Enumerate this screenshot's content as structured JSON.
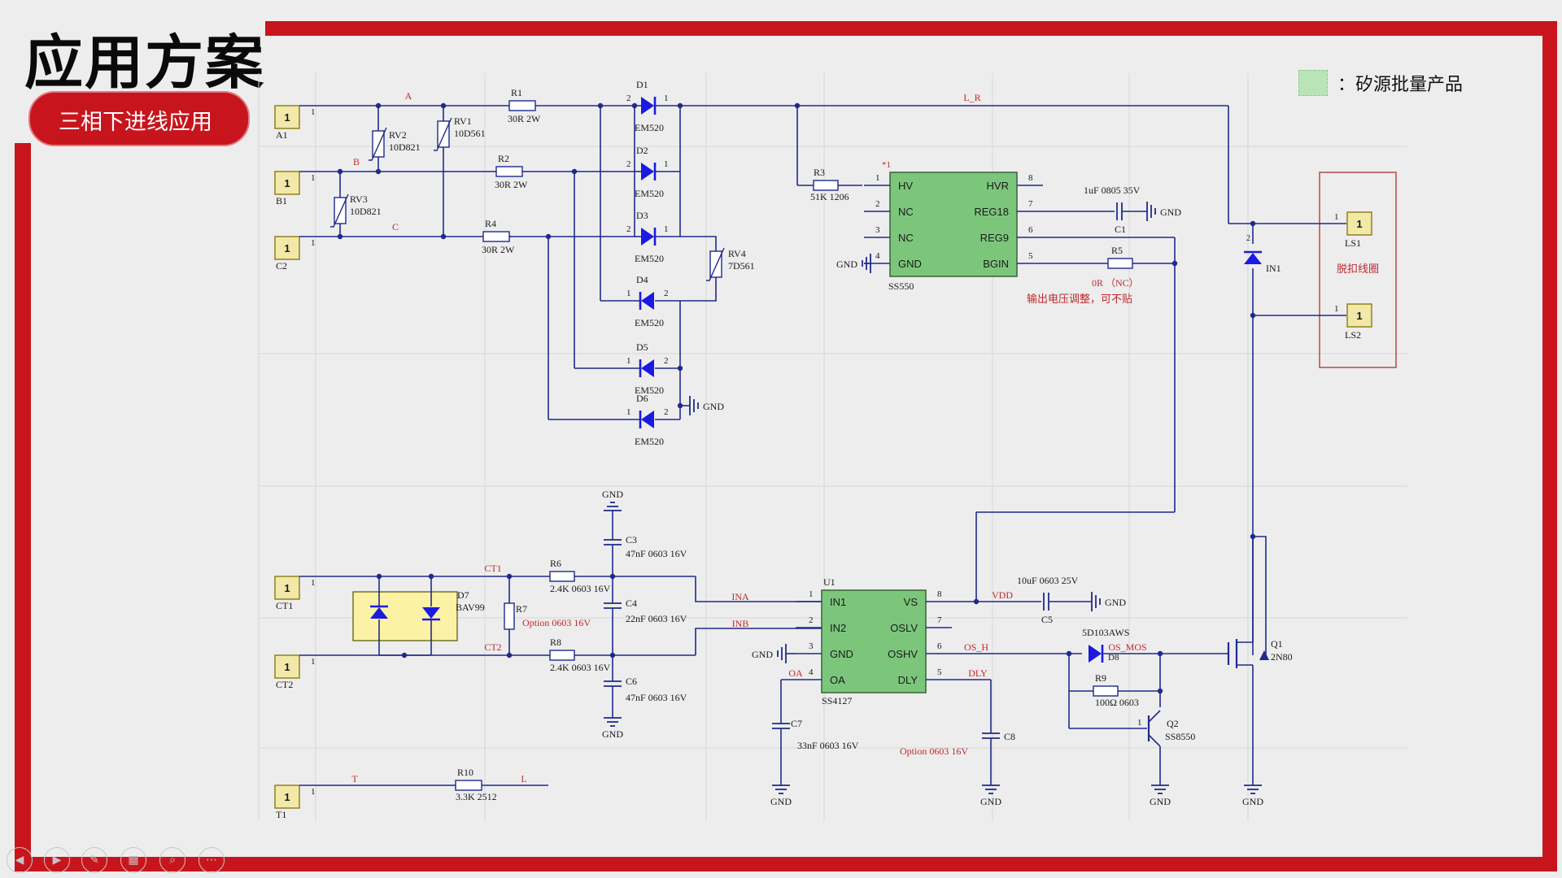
{
  "slide": {
    "title": "应用方案",
    "section_pill": "三相下进线应用",
    "legend_text": "：矽源批量产品"
  },
  "colors": {
    "accent": "#c8151d",
    "wire": "#1f2a8c",
    "chip": "#7cc67c",
    "net": "#c0282d",
    "diode": "#1a1ae0"
  },
  "schematic": {
    "connectors": [
      {
        "pin": "1",
        "ref": "A1"
      },
      {
        "pin": "1",
        "ref": "B1"
      },
      {
        "pin": "1",
        "ref": "C2"
      },
      {
        "pin": "1",
        "ref": "CT1"
      },
      {
        "pin": "1",
        "ref": "CT2"
      },
      {
        "pin": "1",
        "ref": "T1"
      },
      {
        "pin": "1",
        "ref": "LS1"
      },
      {
        "pin": "1",
        "ref": "LS2"
      }
    ],
    "net_labels": [
      "A",
      "B",
      "C",
      "L_R",
      "CT1",
      "CT2",
      "INA",
      "INB",
      "VDD",
      "OS_H",
      "OS_MOS",
      "OA",
      "DLY",
      "T",
      "L"
    ],
    "resistors": [
      {
        "ref": "R1",
        "value": "30R 2W"
      },
      {
        "ref": "R2",
        "value": "30R 2W"
      },
      {
        "ref": "R4",
        "value": "30R 2W"
      },
      {
        "ref": "R3",
        "value": "51K 1206"
      },
      {
        "ref": "R5",
        "value": "0R （NC）"
      },
      {
        "ref": "R6",
        "value": "2.4K 0603 16V"
      },
      {
        "ref": "R7",
        "value": "Option 0603 16V"
      },
      {
        "ref": "R8",
        "value": "2.4K 0603 16V"
      },
      {
        "ref": "R9",
        "value": "100Ω 0603"
      },
      {
        "ref": "R10",
        "value": "3.3K 2512"
      }
    ],
    "varistors": [
      {
        "ref": "RV1",
        "value": "10D561"
      },
      {
        "ref": "RV2",
        "value": "10D821"
      },
      {
        "ref": "RV3",
        "value": "10D821"
      },
      {
        "ref": "RV4",
        "value": "7D561"
      }
    ],
    "diodes": [
      {
        "ref": "D1",
        "value": "EM520"
      },
      {
        "ref": "D2",
        "value": "EM520"
      },
      {
        "ref": "D3",
        "value": "EM520"
      },
      {
        "ref": "D4",
        "value": "EM520"
      },
      {
        "ref": "D5",
        "value": "EM520"
      },
      {
        "ref": "D6",
        "value": "EM520"
      },
      {
        "ref": "D7",
        "value": "BAV99"
      },
      {
        "ref": "D8",
        "value": "5D103AWS"
      },
      {
        "ref": "IN1",
        "value": ""
      }
    ],
    "capacitors": [
      {
        "ref": "C1",
        "value": "1uF 0805 35V"
      },
      {
        "ref": "C3",
        "value": "47nF 0603 16V"
      },
      {
        "ref": "C4",
        "value": "22nF 0603 16V"
      },
      {
        "ref": "C5",
        "value": "10uF 0603 25V"
      },
      {
        "ref": "C6",
        "value": "47nF 0603 16V"
      },
      {
        "ref": "C7",
        "value": "33nF 0603 16V"
      },
      {
        "ref": "C8",
        "value": "Option 0603 16V"
      }
    ],
    "ss550": {
      "marker": "*1",
      "name": "SS550",
      "left_pins": [
        {
          "num": "1",
          "name": "HV"
        },
        {
          "num": "2",
          "name": "NC"
        },
        {
          "num": "3",
          "name": "NC"
        },
        {
          "num": "4",
          "name": "GND"
        }
      ],
      "right_pins": [
        {
          "num": "8",
          "name": "HVR"
        },
        {
          "num": "7",
          "name": "REG18"
        },
        {
          "num": "6",
          "name": "REG9"
        },
        {
          "num": "5",
          "name": "BGIN"
        }
      ]
    },
    "ss4127": {
      "ref": "U1",
      "name": "SS4127",
      "left_pins": [
        {
          "num": "1",
          "name": "IN1"
        },
        {
          "num": "2",
          "name": "IN2"
        },
        {
          "num": "3",
          "name": "GND"
        },
        {
          "num": "4",
          "name": "OA"
        }
      ],
      "right_pins": [
        {
          "num": "8",
          "name": "VS"
        },
        {
          "num": "7",
          "name": "OSLV"
        },
        {
          "num": "6",
          "name": "OSHV"
        },
        {
          "num": "5",
          "name": "DLY"
        }
      ]
    },
    "transistors": [
      {
        "ref": "Q1",
        "value": "2N80"
      },
      {
        "ref": "Q2",
        "value": "SS8550"
      }
    ],
    "gnd_label": "GND",
    "coil_label": "脱扣线圈",
    "note": "输出电压调整，可不贴"
  }
}
